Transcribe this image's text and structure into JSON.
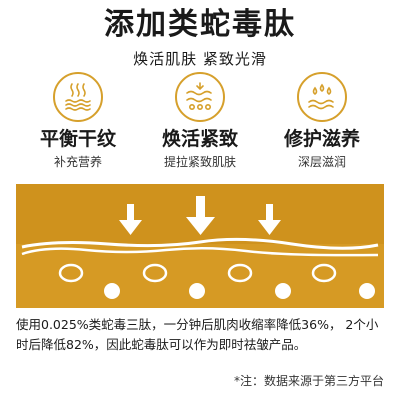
{
  "header": {
    "title": "添加类蛇毒肽",
    "subtitle": "焕活肌肤 紧致光滑"
  },
  "features": [
    {
      "title": "平衡干纹",
      "desc": "补充营养",
      "icon": "moisture-waves-icon"
    },
    {
      "title": "焕活紧致",
      "desc": "提拉紧致肌肤",
      "icon": "skin-layer-icon"
    },
    {
      "title": "修护滋养",
      "desc": "深层滋润",
      "icon": "droplets-icon"
    }
  ],
  "colors": {
    "accent": "#d6a02c",
    "panel": "#d69a24",
    "panel_dark": "#c88a16",
    "white": "#ffffff"
  },
  "body": {
    "text": "使用0.025%类蛇毒三肽，一分钟后肌肉收缩率降低36%， 2个小时后降低82%，因此蛇毒肽可以作为即时祛皱产品。"
  },
  "footer": {
    "note": "*注：数据来源于第三方平台"
  }
}
